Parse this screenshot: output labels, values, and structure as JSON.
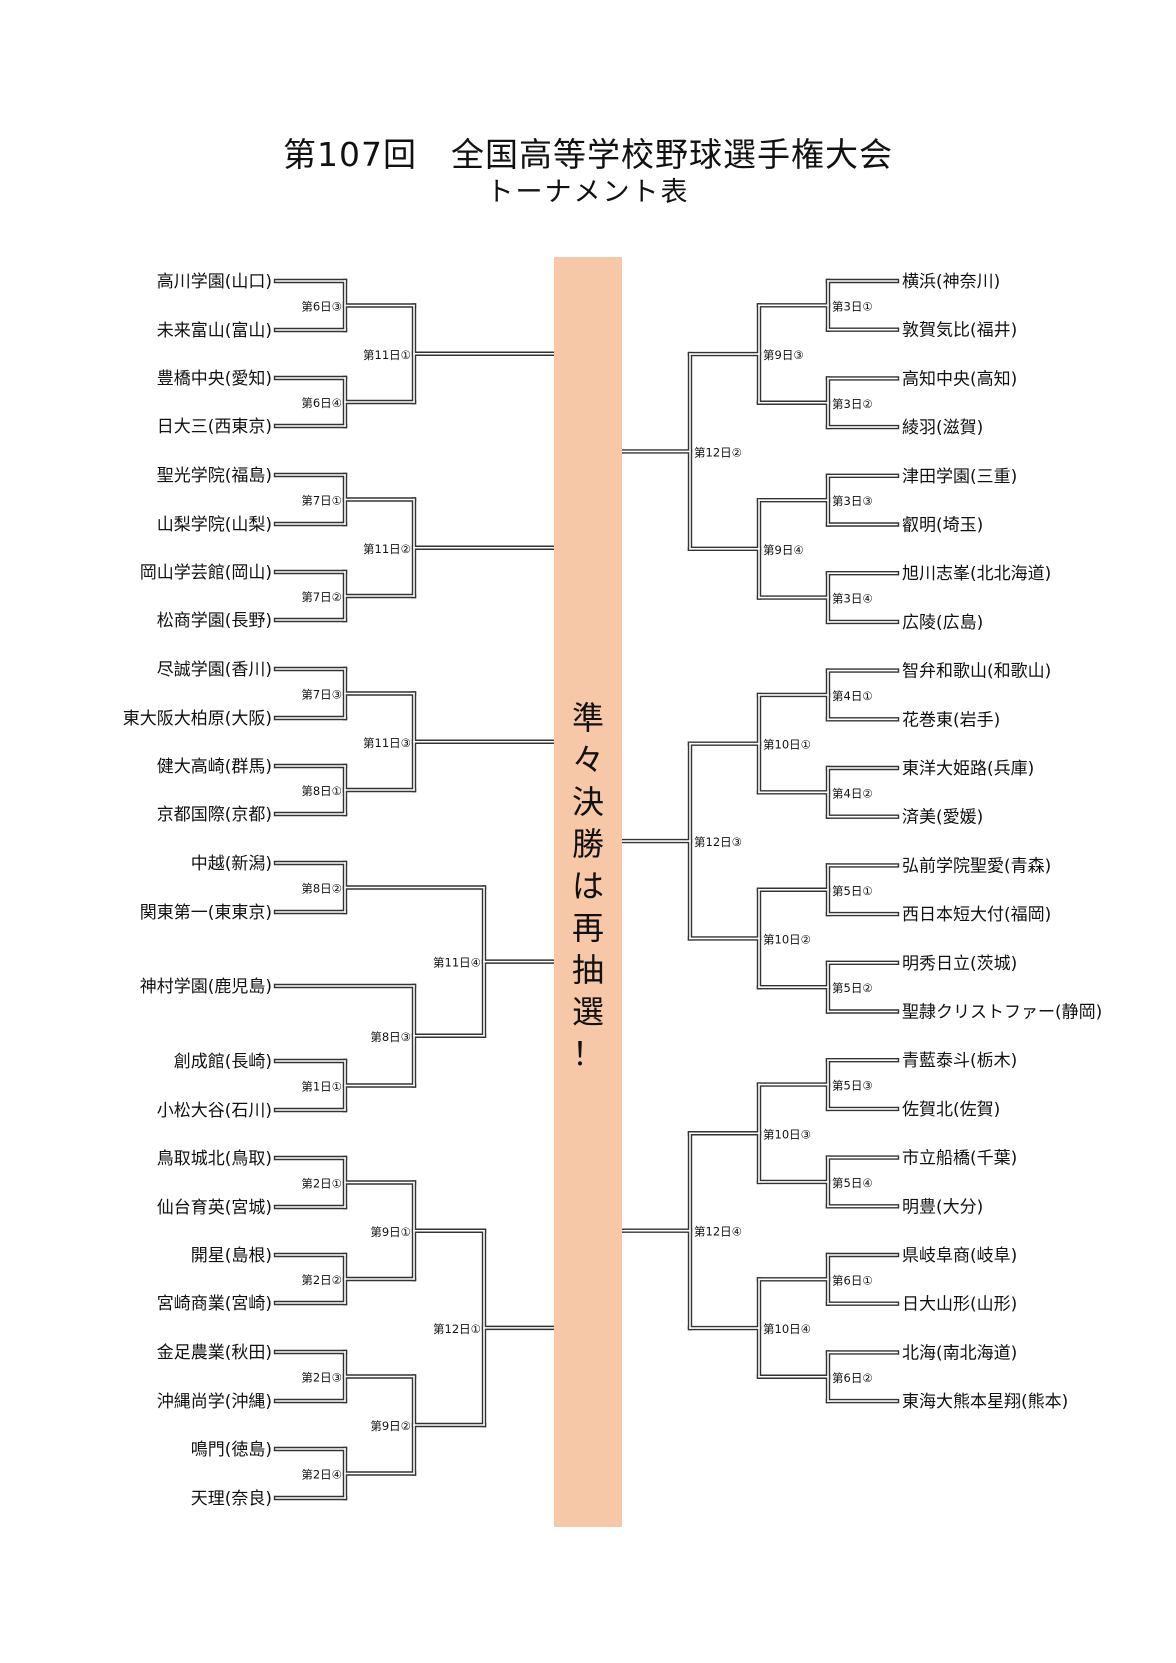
{
  "header": {
    "title": "第107回　全国高等学校野球選手権大会",
    "subtitle": "トーナメント表"
  },
  "center_banner": {
    "text": "準々決勝は再抽選！",
    "color": "#f6c8a8"
  },
  "left": {
    "teams": [
      "高川学園(山口)",
      "未来富山(富山)",
      "豊橋中央(愛知)",
      "日大三(西東京)",
      "聖光学院(福島)",
      "山梨学院(山梨)",
      "岡山学芸館(岡山)",
      "松商学園(長野)",
      "尽誠学園(香川)",
      "東大阪大柏原(大阪)",
      "健大高崎(群馬)",
      "京都国際(京都)",
      "中越(新潟)",
      "関東第一(東東京)",
      "神村学園(鹿児島)",
      "創成館(長崎)",
      "小松大谷(石川)",
      "鳥取城北(鳥取)",
      "仙台育英(宮城)",
      "開星(島根)",
      "宮崎商業(宮崎)",
      "金足農業(秋田)",
      "沖縄尚学(沖縄)",
      "鳴門(徳島)",
      "天理(奈良)"
    ],
    "matches": [
      "第6日③",
      "第6日④",
      "第11日①",
      "第7日①",
      "第7日②",
      "第11日②",
      "第7日③",
      "第8日①",
      "第11日③",
      "第8日②",
      "第1日①",
      "第8日③",
      "第11日④",
      "第2日①",
      "第2日②",
      "第9日①",
      "第2日③",
      "第2日④",
      "第9日②",
      "第12日①"
    ]
  },
  "right": {
    "teams": [
      "横浜(神奈川)",
      "敦賀気比(福井)",
      "高知中央(高知)",
      "綾羽(滋賀)",
      "津田学園(三重)",
      "叡明(埼玉)",
      "旭川志峯(北北海道)",
      "広陵(広島)",
      "智弁和歌山(和歌山)",
      "花巻東(岩手)",
      "東洋大姫路(兵庫)",
      "済美(愛媛)",
      "弘前学院聖愛(青森)",
      "西日本短大付(福岡)",
      "明秀日立(茨城)",
      "聖隷クリストファー(静岡)",
      "青藍泰斗(栃木)",
      "佐賀北(佐賀)",
      "市立船橋(千葉)",
      "明豊(大分)",
      "県岐阜商(岐阜)",
      "日大山形(山形)",
      "北海(南北海道)",
      "東海大熊本星翔(熊本)"
    ],
    "matches": [
      "第3日①",
      "第3日②",
      "第9日③",
      "第3日③",
      "第3日④",
      "第9日④",
      "第12日②",
      "第4日①",
      "第4日②",
      "第10日①",
      "第5日①",
      "第5日②",
      "第10日②",
      "第12日③",
      "第5日③",
      "第5日④",
      "第10日③",
      "第6日①",
      "第6日②",
      "第10日④",
      "第12日④"
    ]
  }
}
